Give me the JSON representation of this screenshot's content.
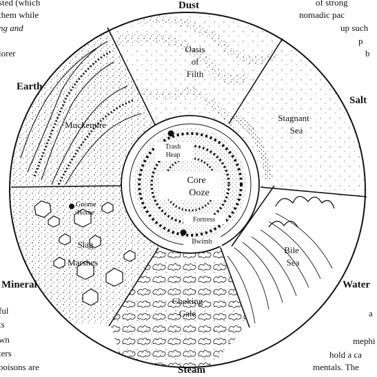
{
  "diagram": {
    "outer_labels": {
      "dust": "Dust",
      "salt": "Salt",
      "water": "Water",
      "steam": "Steam",
      "mineral": "Mineral",
      "earth": "Earth"
    },
    "region_labels": {
      "oasis": [
        "Oasis",
        "of",
        "Filth"
      ],
      "stagnant": [
        "Stagnant",
        "Sea"
      ],
      "bile": [
        "Bile",
        "Sea"
      ],
      "choking": [
        "Choking",
        "Gale"
      ],
      "slag": [
        "Slag",
        "Marshes"
      ],
      "muckemire": "Muckemire"
    },
    "inner_labels": {
      "trash": [
        "Trash",
        "Heap"
      ],
      "core": [
        "Core",
        "Ooze"
      ],
      "fortress": "Fortress",
      "bwimb": "Bwimb"
    },
    "gnome_home": [
      "Gnome",
      "Home"
    ]
  },
  "page_text": {
    "left": [
      "sted (which",
      "them while",
      "ng and",
      "lorer"
    ],
    "right_top": [
      "of strong",
      "nomadic pac",
      "up such",
      "p",
      "b"
    ],
    "left_bottom": [
      "ful",
      "ts",
      "wn",
      "ters",
      "poisons are"
    ],
    "right_bottom": [
      "a",
      "mephi",
      "hold a ca",
      "mentals. The"
    ]
  },
  "colors": {
    "ink": "#111111",
    "paper": "#ffffff"
  }
}
